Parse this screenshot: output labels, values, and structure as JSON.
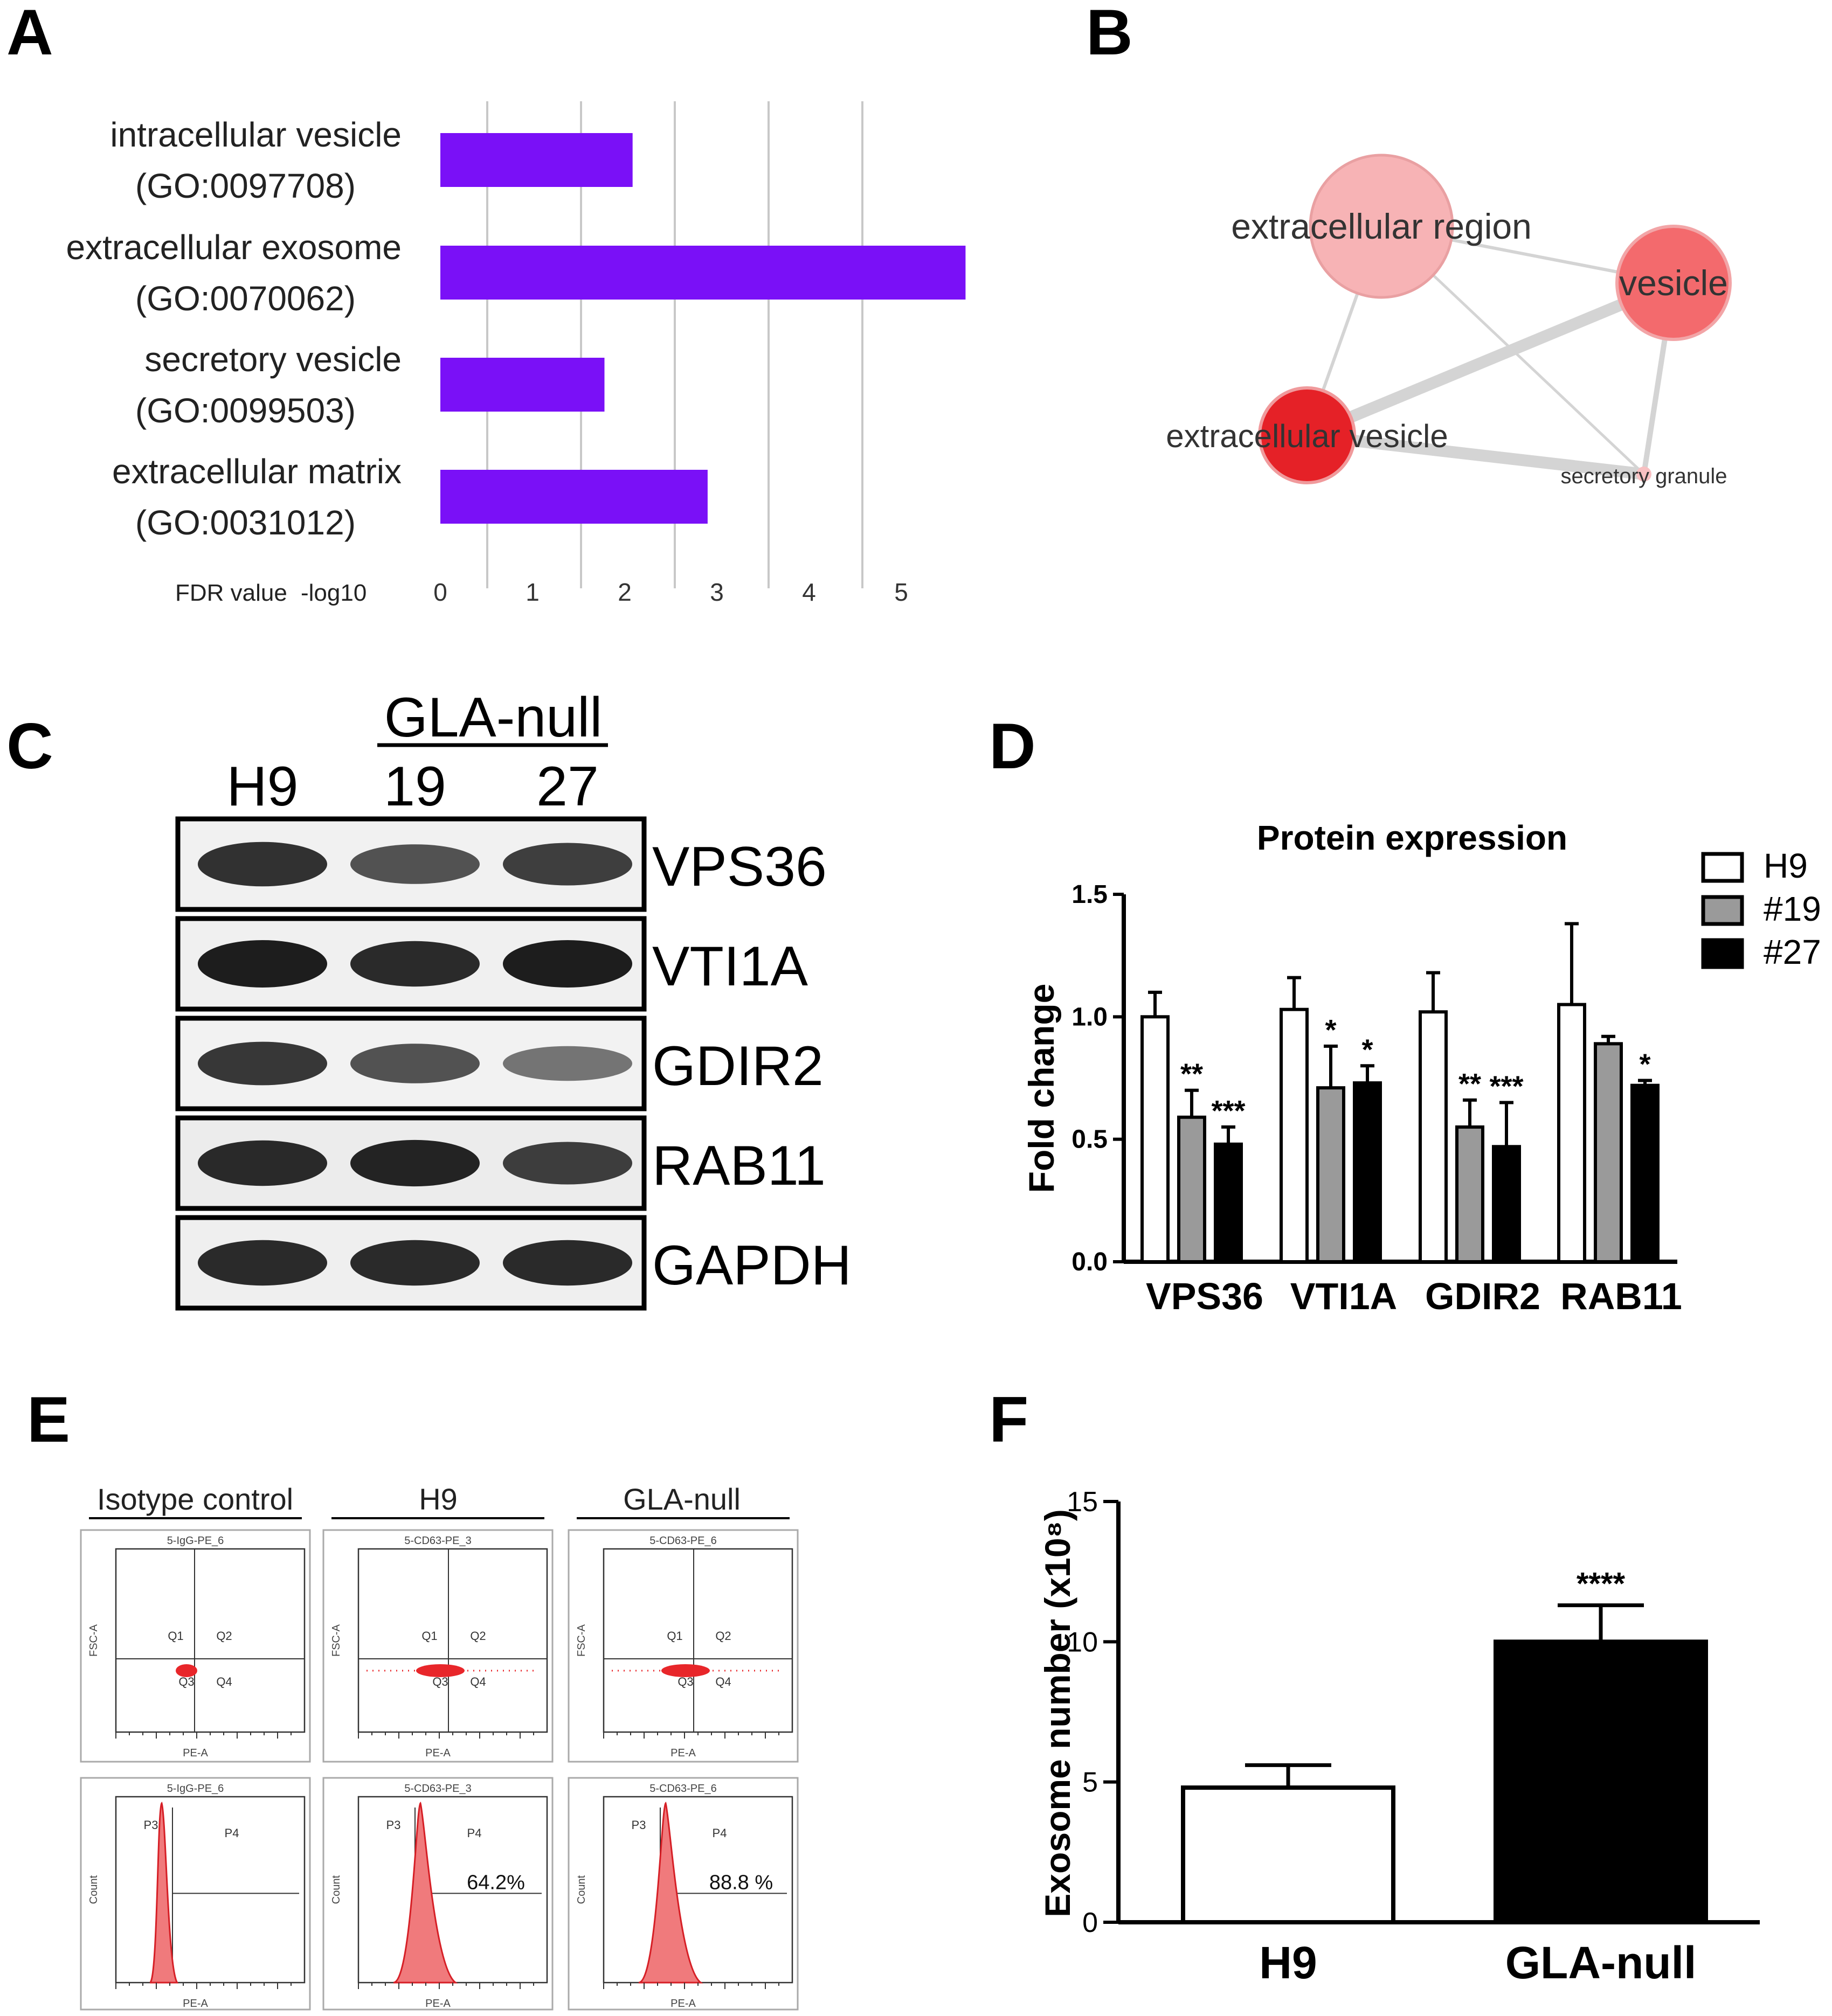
{
  "panels": {
    "a": "A",
    "b": "B",
    "c": "C",
    "d": "D",
    "e": "E",
    "f": "F"
  },
  "colors": {
    "go_bar": "#7a10f7",
    "h9": "#ffffff",
    "n19": "#9a9a9a",
    "n27": "#000000",
    "flow_dot": "#e8262a"
  },
  "panel_a": {
    "categories": [
      [
        "intracellular vesicle",
        "(GO:0097708)"
      ],
      [
        "extracellular exosome",
        "(GO:0070062)"
      ],
      [
        "secretory vesicle",
        "(GO:0099503)"
      ],
      [
        "extracellular matrix",
        "(GO:0031012)"
      ]
    ],
    "xlabel_1": "FDR value",
    "xlabel_2": "-log10",
    "ticks": [
      "0",
      "1",
      "2",
      "3",
      "4",
      "5"
    ]
  },
  "panel_b": {
    "nodes": [
      "extracellular region",
      "vesicle",
      "extracellular vesicle",
      "secretory granule"
    ]
  },
  "panel_c": {
    "group_label": "GLA-null",
    "lanes": [
      "H9",
      "19",
      "27"
    ],
    "proteins": [
      "VPS36",
      "VTI1A",
      "GDIR2",
      "RAB11",
      "GAPDH"
    ]
  },
  "panel_e": {
    "columns": [
      "Isotype control",
      "H9",
      "GLA-null"
    ],
    "top_titles": [
      "5-IgG-PE_6",
      "5-CD63-PE_3",
      "5-CD63-PE_6"
    ],
    "quadrants": [
      "Q1",
      "Q2",
      "Q3",
      "Q4"
    ],
    "gates": [
      "P3",
      "P4"
    ],
    "x_axis": "PE-A",
    "y_axis_top": "FSC-A",
    "y_axis_bottom": "Count",
    "percentages": [
      "",
      "64.2%",
      "88.8 %"
    ]
  },
  "chart_data": [
    {
      "type": "bar",
      "panel": "A",
      "orientation": "horizontal",
      "categories": [
        "intracellular vesicle (GO:0097708)",
        "extracellular exosome (GO:0070062)",
        "secretory vesicle (GO:0099503)",
        "extracellular matrix (GO:0031012)"
      ],
      "values": [
        2.05,
        5.6,
        1.75,
        2.85
      ],
      "xlabel": "FDR value -log10",
      "xlim": [
        0,
        5.5
      ],
      "grid": true
    },
    {
      "type": "bar",
      "panel": "D",
      "title": "Protein expression",
      "ylabel": "Fold change",
      "categories": [
        "VPS36",
        "VTI1A",
        "GDIR2",
        "RAB11"
      ],
      "ylim": [
        0,
        1.5
      ],
      "yticks": [
        "0.0",
        "0.5",
        "1.0",
        "1.5"
      ],
      "legend": "top-right",
      "series": [
        {
          "name": "H9",
          "values": [
            1.0,
            1.03,
            1.02,
            1.05
          ],
          "errors": [
            0.1,
            0.13,
            0.16,
            0.33
          ],
          "stars": [
            "",
            "",
            "",
            ""
          ]
        },
        {
          "name": "#19",
          "values": [
            0.59,
            0.71,
            0.55,
            0.89
          ],
          "errors": [
            0.11,
            0.17,
            0.11,
            0.03
          ],
          "stars": [
            "**",
            "*",
            "**",
            ""
          ]
        },
        {
          "name": "#27",
          "values": [
            0.48,
            0.73,
            0.47,
            0.72
          ],
          "errors": [
            0.07,
            0.07,
            0.18,
            0.02
          ],
          "stars": [
            "***",
            "*",
            "***",
            "*"
          ]
        }
      ]
    },
    {
      "type": "bar",
      "panel": "F",
      "ylabel": "Exosome number (x10⁸)",
      "categories": [
        "H9",
        "GLA-null"
      ],
      "values": [
        4.8,
        10.0
      ],
      "errors": [
        0.8,
        1.3
      ],
      "stars": [
        "",
        "****"
      ],
      "ylim": [
        0,
        15
      ],
      "yticks": [
        "0",
        "5",
        "10",
        "15"
      ]
    }
  ]
}
